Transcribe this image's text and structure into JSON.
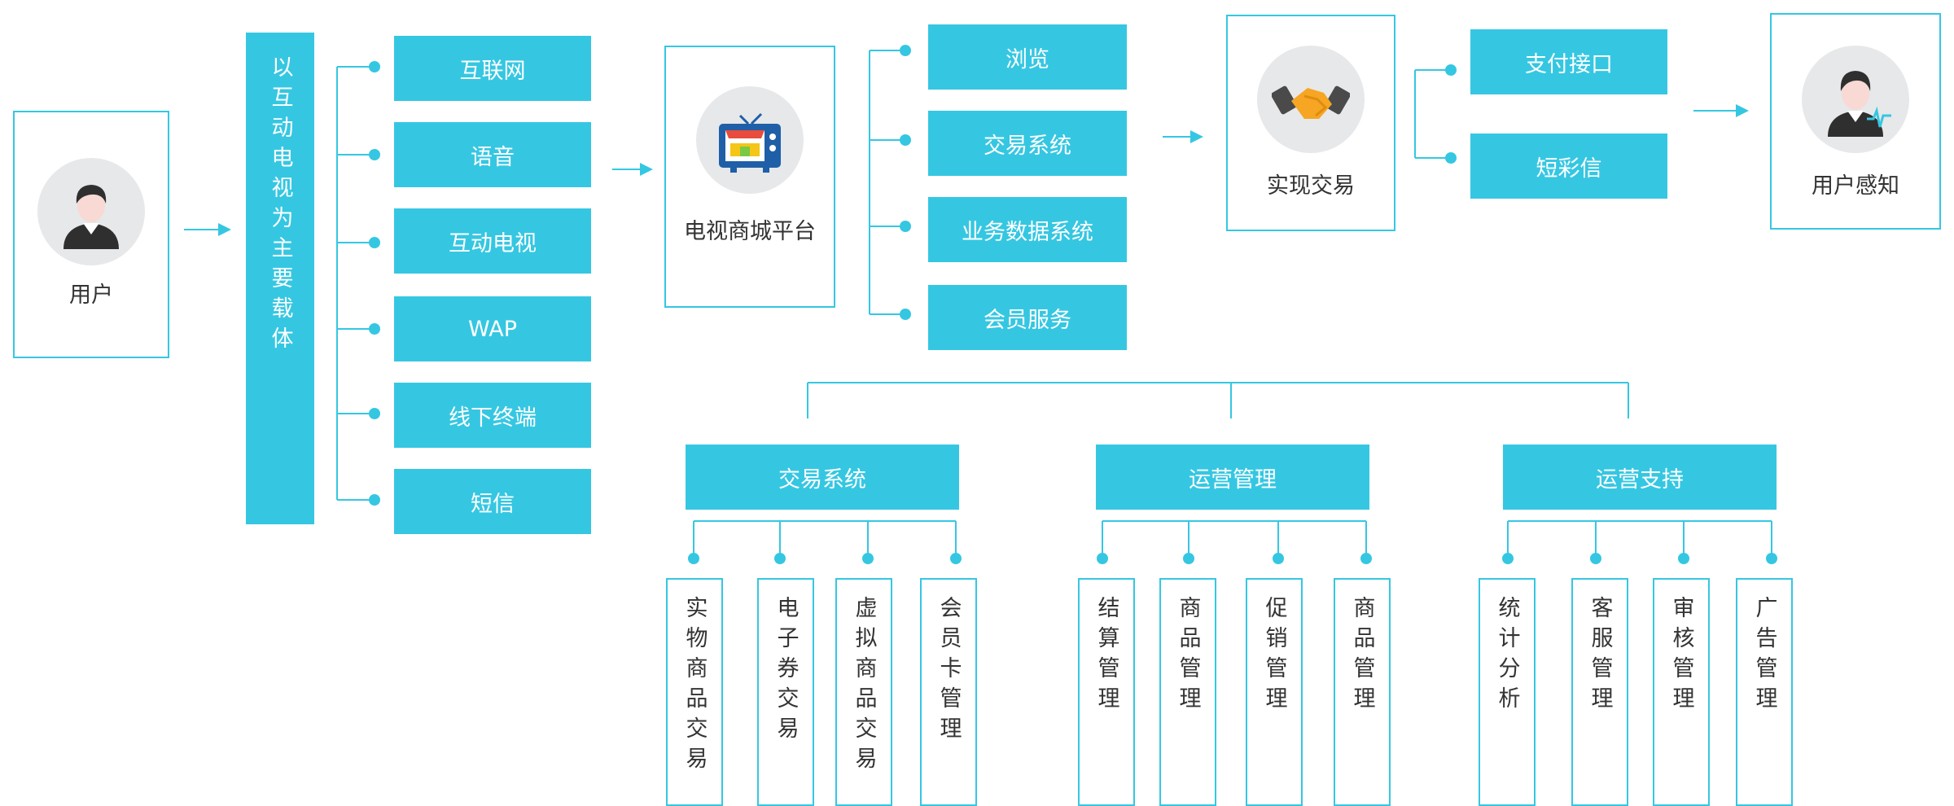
{
  "user": {
    "label": "用户",
    "icon": "user-avatar-icon"
  },
  "carrier": {
    "label": "以互动电视为主要载体"
  },
  "channels": [
    "互联网",
    "语音",
    "互动电视",
    "WAP",
    "线下终端",
    "短信"
  ],
  "platform": {
    "label": "电视商城平台",
    "icon": "tv-store-icon"
  },
  "services": [
    "浏览",
    "交易系统",
    "业务数据系统",
    "会员服务"
  ],
  "transaction": {
    "label": "实现交易",
    "icon": "handshake-icon"
  },
  "payment": [
    "支付接口",
    "短彩信"
  ],
  "perception": {
    "label": "用户感知",
    "icon": "user-headset-icon"
  },
  "groups": [
    {
      "title": "交易系统",
      "items": [
        "实物商品交易",
        "电子券交易",
        "虚拟商品交易",
        "会员卡管理"
      ]
    },
    {
      "title": "运营管理",
      "items": [
        "结算管理",
        "商品管理",
        "促销管理",
        "商品管理"
      ]
    },
    {
      "title": "运营支持",
      "items": [
        "统计分析",
        "客服管理",
        "审核管理",
        "广告管理"
      ]
    }
  ],
  "colors": {
    "accent": "#35c7e2",
    "text": "#333333",
    "icon_bg": "#e6e8ea"
  }
}
